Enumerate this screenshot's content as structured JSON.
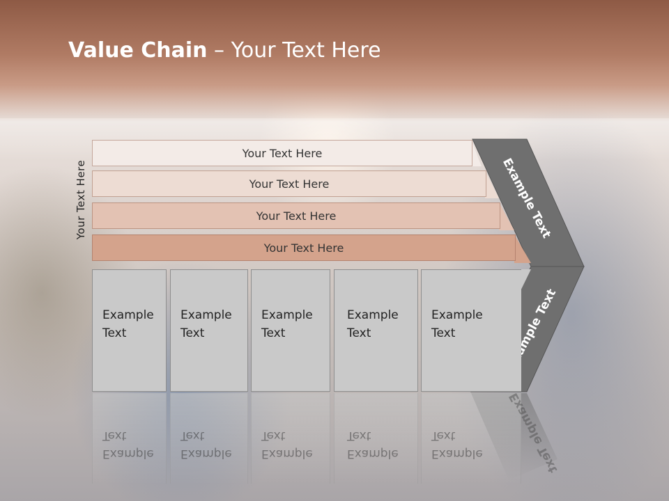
{
  "slide": {
    "title_bold": "Value Chain",
    "title_rest": " – Your Text Here",
    "side_label": "Your Text Here",
    "bands": [
      {
        "label": "Your Text Here",
        "color": "#f3ebe7"
      },
      {
        "label": "Your Text Here",
        "color": "#eddcd3"
      },
      {
        "label": "Your Text Here",
        "color": "#e3c2b3"
      },
      {
        "label": "Your Text Here",
        "color": "#d4a38c"
      }
    ],
    "chevron_top_label": "Example Text",
    "chevron_bottom_label": "Example Text",
    "boxes": [
      {
        "line1": "Example",
        "line2": "Text"
      },
      {
        "line1": "Example",
        "line2": "Text"
      },
      {
        "line1": "Example",
        "line2": "Text"
      },
      {
        "line1": "Example",
        "line2": "Text"
      },
      {
        "line1": "Example",
        "line2": "Text"
      }
    ],
    "colors": {
      "chevron": "#6f6f6f",
      "box": "#c9c9c9",
      "title_band": "#a8705a"
    }
  }
}
